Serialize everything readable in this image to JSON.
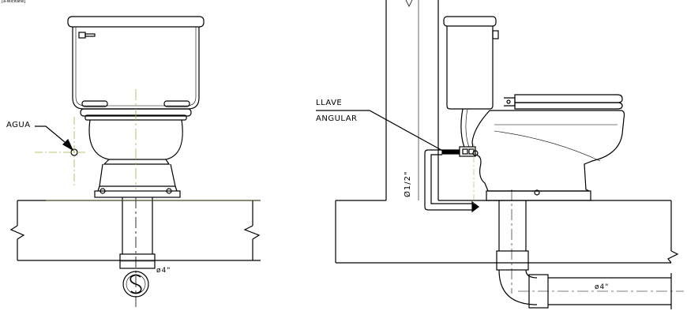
{
  "labels": {
    "corner_note": "[a-Wicitane]",
    "agua": "AGUA",
    "llave": "LLAVE",
    "angular": "ANGULAR",
    "diameter_drain_front": "ø4\"",
    "diameter_drain_side": "ø4\"",
    "diameter_supply": "Ø1/2\""
  },
  "colors": {
    "line": "#000000",
    "centerline": "#9fb347"
  }
}
